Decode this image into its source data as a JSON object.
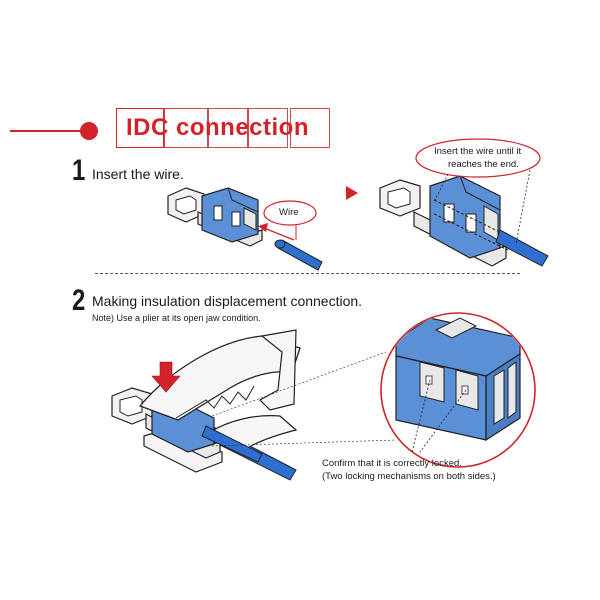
{
  "title": "IDC connection",
  "step1": {
    "number": "1",
    "label": "Insert the wire.",
    "wire_callout": "Wire",
    "end_callout_line1": "Insert the wire until it",
    "end_callout_line2": "reaches the end."
  },
  "step2": {
    "number": "2",
    "label": "Making insulation displacement connection.",
    "note": "Note) Use a plier at its open jaw condition.",
    "confirm_line1": "Confirm that it is correctly locked.",
    "confirm_line2": "(Two locking mechanisms on both sides.)"
  },
  "colors": {
    "accent": "#d2232a",
    "connector_blue": "#5b8fd6",
    "wire_blue": "#2f6fcf",
    "outline": "#222222"
  },
  "icons": [
    "arrow-right-icon",
    "press-down-arrow-icon"
  ]
}
